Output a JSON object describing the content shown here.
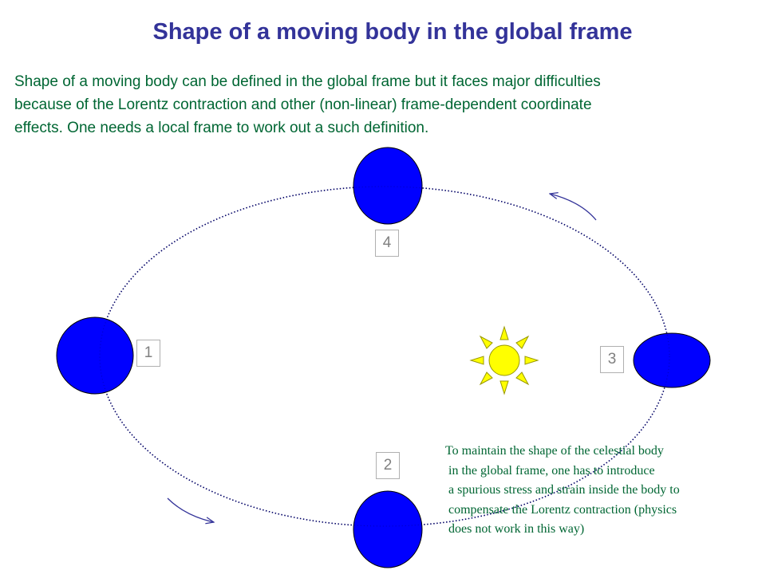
{
  "title": "Shape of a moving body in the global frame",
  "intro_lines": [
    "Shape of a moving body can be defined in the global frame but it faces major difficulties",
    "because of the Lorentz contraction and other (non-linear) frame-dependent coordinate",
    "effects. One needs a local frame to work out a such definition."
  ],
  "position_labels": [
    "1",
    "2",
    "3",
    "4"
  ],
  "note_lines": [
    "To maintain  the shape of the celestial body",
    " in the global frame, one has to introduce",
    " a spurious stress and strain inside the body to",
    " compensate  the Lorentz contraction (physics",
    " does not work in this way)"
  ],
  "colors": {
    "title": "#333399",
    "text": "#006633",
    "body": "#0000ff",
    "orbit": "#000066",
    "sun": "#ffff00"
  },
  "icons": [
    "sun-icon",
    "arrow-icon"
  ]
}
